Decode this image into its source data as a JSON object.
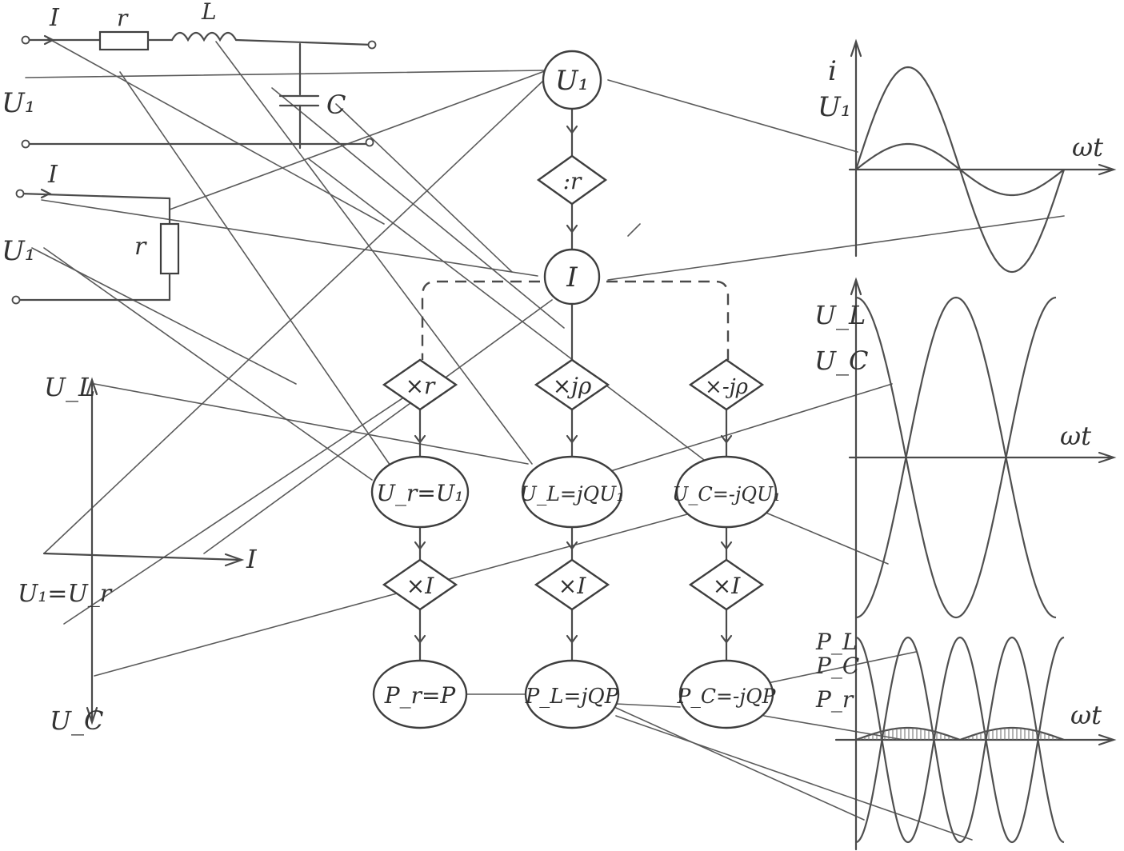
{
  "circuit": {
    "series_labels": {
      "I": "I",
      "r": "r",
      "L": "L",
      "C": "C",
      "U1": "U₁"
    },
    "parallel_labels": {
      "I": "I",
      "r": "r",
      "U1": "U₁"
    }
  },
  "phasor": {
    "UL": "U_L",
    "UC": "U_C",
    "I": "I",
    "U1Ur": "U₁=U_r"
  },
  "flow": {
    "U1": "U₁",
    "div_r": ":r",
    "I": "I",
    "mul_r": "×r",
    "mul_jp": "×jρ",
    "mul_njp": "×-jρ",
    "Ur": "U_r=U₁",
    "UL": "U_L=jQU₁",
    "UC": "U_C=-jQU₁",
    "mul_I_1": "×I",
    "mul_I_2": "×I",
    "mul_I_3": "×I",
    "Pr": "P_r=P",
    "PL": "P_L=jQP",
    "PC": "P_C=-jQP"
  },
  "waves": {
    "top": {
      "y1": "i",
      "y2": "U₁",
      "x": "ωt"
    },
    "middle": {
      "y1": "U_L",
      "y2": "U_C",
      "x": "ωt"
    },
    "bottom": {
      "y1": "P_L",
      "y2": "P_C",
      "y3": "P_r",
      "x": "ωt"
    }
  }
}
